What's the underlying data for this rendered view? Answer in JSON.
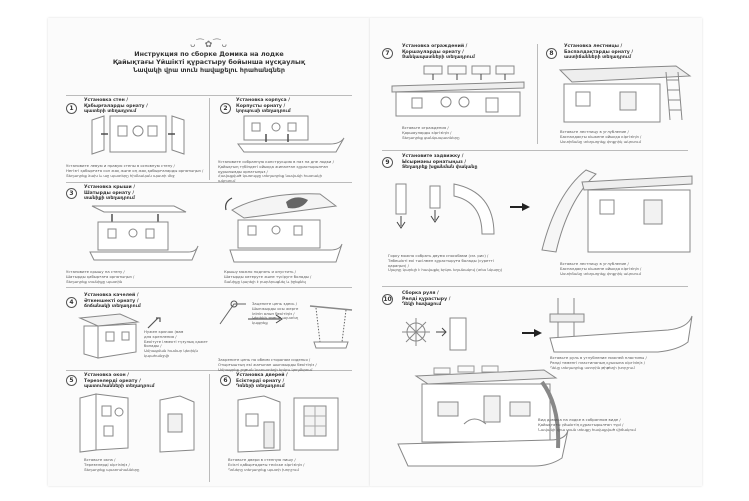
{
  "title": {
    "lines": [
      "Инструкция по сборке Домика на лодке",
      "Қайықтағы Үйшікті құрастыру бойынша нұсқаулық",
      "Նավակի վրա տուն հավաքելու հրահանգներ"
    ]
  },
  "steps": [
    {
      "num": "1",
      "title": [
        "Установка стен /",
        "Қабырғаларды орнату /",
        "պատերի տեղադրում"
      ],
      "note": [
        "Установите левую и правую стены в основную стену /",
        "Негізгі қабырғаға сол жақ және оң жақ қабырғаларды орнатыңыз /",
        "Տեղադրեք ձախ և աջ պատերը հիմնական պատի մեջ"
      ]
    },
    {
      "num": "2",
      "title": [
        "Установка корпуса /",
        "Корпусты орнату /",
        "կորպուսի տեղադրում"
      ],
      "note": [
        "Установите собранную конструкцию в паз на дне лодки /",
        "Қайықтың түбіндегі ойыққа жиналған құрастырылған",
        "құрылымды орнатыңыз /",
        "Հավաքված կառույցը տեղադրեք նավակի հատակի",
        "ակոսում"
      ]
    },
    {
      "num": "3",
      "title": [
        "Установка крыши /",
        "Шатырды орнату /",
        "տանիքի տեղադրում"
      ],
      "note": [
        "Установите крышу на стену /",
        "Шатырды қабырғаға орнатыңыз /",
        "Տեղադրեք տանիքը պատին"
      ]
    },
    {
      "num": "",
      "title": [],
      "note": [
        "Крышу можно поднять и опустить /",
        "Шатырды көтеруге және түсіруге болады /",
        "Տանիքը կարելի է բարձրացնել և իջեցնել"
      ]
    },
    {
      "num": "4",
      "title": [
        "Установка качелей /",
        "Әткеншекті орнату /",
        "ճոճանակի տեղադրում"
      ],
      "note": [
        "Нужен крючок (вам",
        "для крепления /",
        "Бекітуге ілмекті түзулық қажет",
        "болады /",
        "Ամրացման համար կեռիկն",
        "կպահանջվի"
      ]
    },
    {
      "num": "",
      "title": [],
      "note": [
        "Зацепите цепь здесь /",
        "Шынжырды осы жерге",
        "ілініп алып бекітіңіз /",
        "Կեռիկի շղթան այստեղ",
        "կպցրեք"
      ]
    },
    {
      "num": "",
      "title": [],
      "note": [
        "Закрепите цепь по обеим сторонам сиденья /",
        "Отырғыштың екі жағынан шынжырды бекітіңіз /",
        "Ամրացրեք շղթան նստատեղի երկու կողմերում"
      ]
    },
    {
      "num": "5",
      "title": [
        "Установка окон /",
        "Терезелерді орнату /",
        "պատուհանների տեղադրում"
      ],
      "note": [
        "Вставьте окна /",
        "Терезелерді кіргізіңіз /",
        "Տեղադրեք պատուհանները"
      ]
    },
    {
      "num": "6",
      "title": [
        "Установка дверей /",
        "Есіктерді орнату /",
        "Դռների տեղադրում"
      ],
      "note": [
        "Вставьте двери в стенную нишу /",
        "Есікті қабырғадағы тесікке кіргізіңіз /",
        "Դռները տեղադրեք պատի խորշում"
      ]
    },
    {
      "num": "7",
      "title": [
        "Установка ограждений /",
        "Қоршауларды орнату /",
        "Ցանկապատների տեղադրում"
      ],
      "note": [
        "Вставьте ограждения /",
        "Қоршауларды кіргізіңіз /",
        "Տեղադրեք ցանկապատները"
      ]
    },
    {
      "num": "8",
      "title": [
        "Установка лестницы /",
        "Баспалдақтарды орнату /",
        "աստիճանների տեղադրում"
      ],
      "note": [
        "Вставьте лестницу в углубление /",
        "Баспалдақты кішкене ойыққа кіргізіңіз /",
        "Աստիճանը տեղադրեք փոքրիկ ակոսում"
      ]
    },
    {
      "num": "9",
      "title": [
        "Установите задвижку /",
        "Ысырманы орнатыңыз /",
        "Տեղադրեք խցանման փականը"
      ],
      "note": [
        "Горку можно собрать двумя способами (см. рис) /",
        "Төбешікті екі тәсілмен құрастыруға болады (суретті",
        "қараңыз) /",
        "Սլայդը կարելի է հավաքել երկու եղանակով (տես նկարը)"
      ]
    },
    {
      "num": "",
      "title": [],
      "note": [
        "Вставьте лестницу в углубление /",
        "Баспалдақты кішкене ойыққа кіргізіңіз /",
        "Աստիճանը տեղադրեք փոքրիկ ակոսում"
      ]
    },
    {
      "num": "10",
      "title": [
        "Сборка руля /",
        "Рөлді құрастыру /",
        "Ղեկի հավաքում"
      ],
      "note": [
        "Вставьте руль в углубление нижней пластины /",
        "Рөлді төменгі пластинаның қуысына кіргізіңіз /",
        "Ղեկը տեղադրեք ստորին թիթեղի խորշում"
      ]
    },
    {
      "num": "",
      "title": [],
      "note": [
        "Вид домика на лодке в собранном виде /",
        "Қайықтағы үйшіктің құрастырылған түрі /",
        "Նավակի վրա տան տեսքը հավաքված վիճակում"
      ]
    }
  ]
}
